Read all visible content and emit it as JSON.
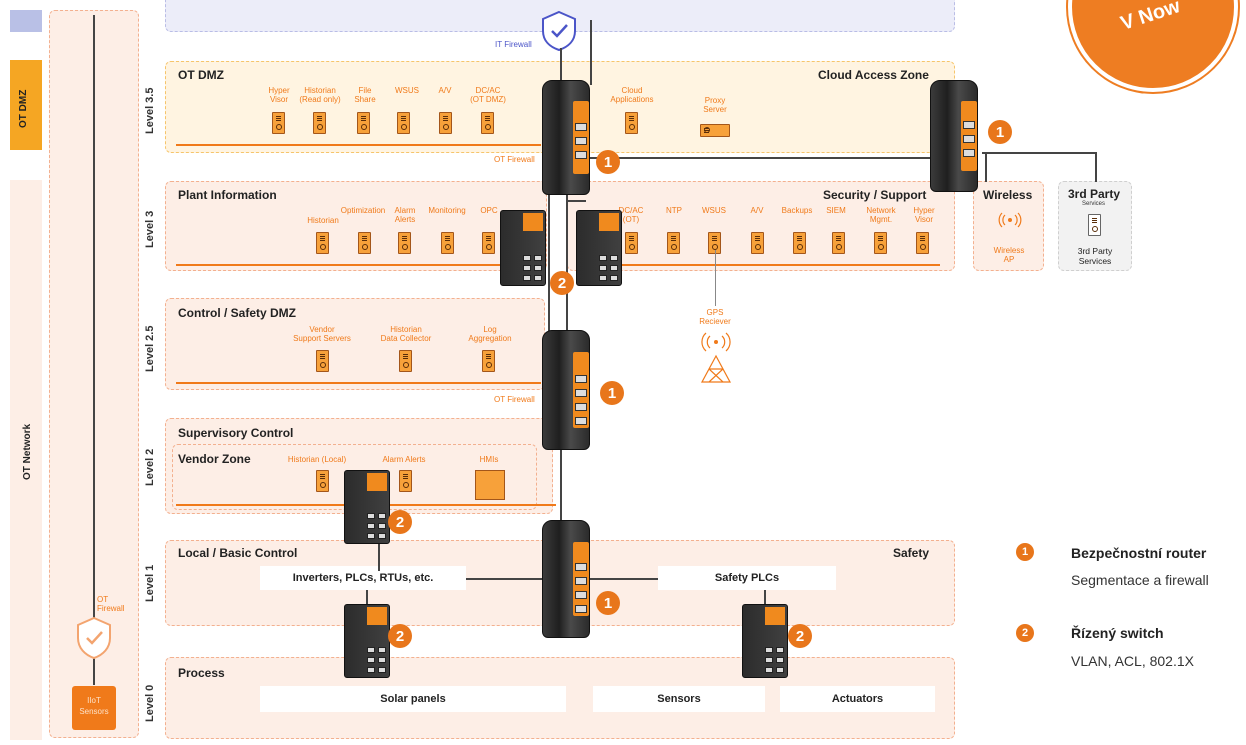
{
  "sidebar": {
    "ot_dmz": "OT DMZ",
    "ot_network": "OT Network",
    "ot_firewall": "OT\nFirewall",
    "iiot_sensors": "IIoT\nSensors"
  },
  "stamp": {
    "text": "V Now"
  },
  "firewalls": {
    "it_firewall": "IT Firewall",
    "ot_firewall_l35": "OT Firewall",
    "ot_firewall_l25": "OT Firewall"
  },
  "levels": {
    "l35": "Level 3.5",
    "l3": "Level 3",
    "l25": "Level 2.5",
    "l2": "Level 2",
    "l1": "Level 1",
    "l0": "Level 0"
  },
  "zones": {
    "ot_dmz": "OT DMZ",
    "cloud_access": "Cloud Access Zone",
    "plant_info": "Plant Information",
    "security_support": "Security / Support",
    "wireless": "Wireless",
    "third_party": "3rd Party",
    "third_party_sub": "Services",
    "control_safety_dmz": "Control / Safety DMZ",
    "supervisory": "Supervisory Control",
    "vendor_zone": "Vendor Zone",
    "local_basic": "Local / Basic Control",
    "safety": "Safety",
    "process": "Process"
  },
  "l35_devices": [
    "Hyper\nVisor",
    "Historian\n(Read only)",
    "File\nShare",
    "WSUS",
    "A/V",
    "DC/AC\n(OT DMZ)"
  ],
  "cloud_devices": [
    "Cloud\nApplications",
    "Proxy\nServer"
  ],
  "l3_plant_devices": [
    "Historian",
    "Optimization",
    "Alarm\nAlerts",
    "Monitoring",
    "OPC"
  ],
  "l3_security_devices": [
    "DC/AC\n(OT)",
    "NTP",
    "WSUS",
    "A/V",
    "Backups",
    "SIEM",
    "Network\nMgmt.",
    "Hyper\nVisor"
  ],
  "wireless_ap": "Wireless\nAP",
  "third_party_services": "3rd Party\nServices",
  "gps": "GPS\nReciever",
  "l25_devices": [
    "Vendor\nSupport Servers",
    "Historian\nData Collector",
    "Log\nAggregation"
  ],
  "l2_devices": [
    "Historian (Local)",
    "Alarm Alerts",
    "HMIs"
  ],
  "l1_boxes": {
    "left": "Inverters, PLCs, RTUs, etc.",
    "right": "Safety PLCs"
  },
  "l0_boxes": {
    "solar": "Solar panels",
    "sensors": "Sensors",
    "actuators": "Actuators"
  },
  "badges": {
    "one": "1",
    "two": "2"
  },
  "legend": {
    "router_title": "Bezpečnostní router",
    "router_desc": "Segmentace a firewall",
    "switch_title": "Řízený switch",
    "switch_desc": "VLAN, ACL, 802.1X"
  },
  "colors": {
    "accent": "#e8761b",
    "zone_bg": "#fdeee6",
    "dmz_bg": "#fff4e1"
  }
}
